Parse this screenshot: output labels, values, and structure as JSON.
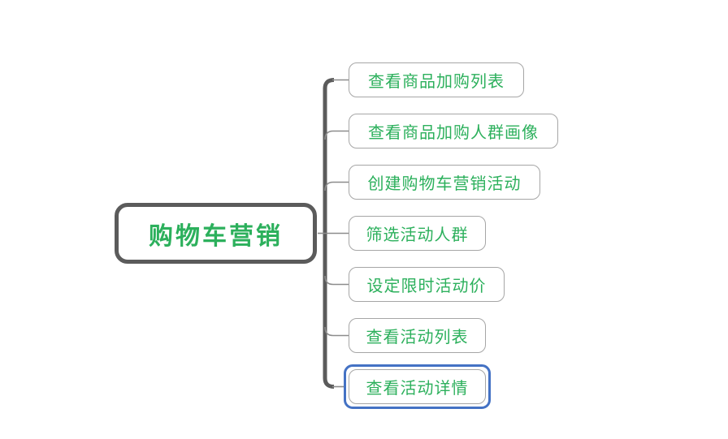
{
  "map": {
    "root": {
      "label": "购物车营销"
    },
    "children": [
      {
        "label": "查看商品加购列表",
        "selected": false
      },
      {
        "label": "查看商品加购人群画像",
        "selected": false
      },
      {
        "label": "创建购物车营销活动",
        "selected": false
      },
      {
        "label": "筛选活动人群",
        "selected": false
      },
      {
        "label": "设定限时活动价",
        "selected": false
      },
      {
        "label": "查看活动列表",
        "selected": false
      },
      {
        "label": "查看活动详情",
        "selected": true
      }
    ],
    "colors": {
      "topic_text": "#2cb05c",
      "root_border": "#5b5b5b",
      "child_border": "#a6a6a6",
      "connector_line": "#8c8c8c",
      "selection_outline": "#4472c4",
      "background": "#ffffff"
    }
  }
}
